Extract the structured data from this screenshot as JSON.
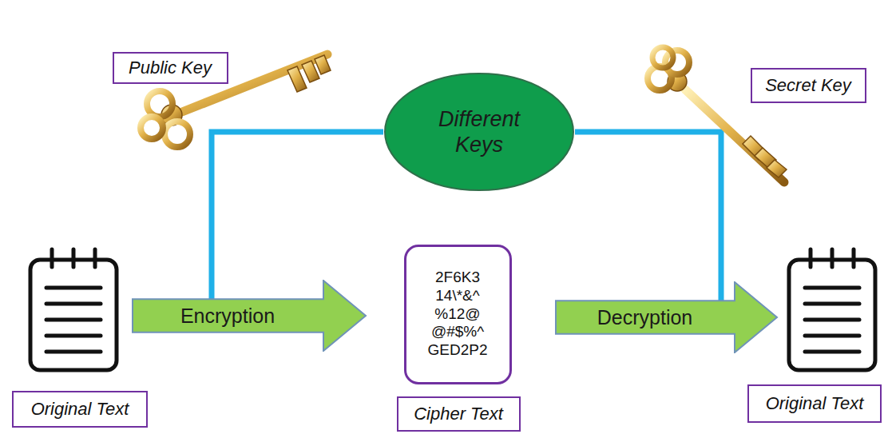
{
  "diagram": {
    "nodes": [
      {
        "text": [
          "Public Key"
        ]
      },
      {
        "text": [
          "Different Keys"
        ]
      },
      {
        "text": [
          "Secret Key"
        ]
      },
      {
        "text": [
          "Encryption"
        ]
      },
      {
        "text": [
          "2F6K3",
          "14\\*&^",
          "%12@",
          "@#$%^",
          "GED2P2"
        ]
      },
      {
        "text": [
          "Decryption"
        ]
      },
      {
        "text": [
          "Cipher Text"
        ]
      },
      {
        "text": [
          "Original Text"
        ]
      },
      {
        "text": [
          "Original Text"
        ]
      }
    ],
    "edges": [
      {
        "from": 3,
        "to": 1,
        "arrow": "none"
      },
      {
        "from": 1,
        "to": 5,
        "arrow": "none"
      }
    ]
  }
}
